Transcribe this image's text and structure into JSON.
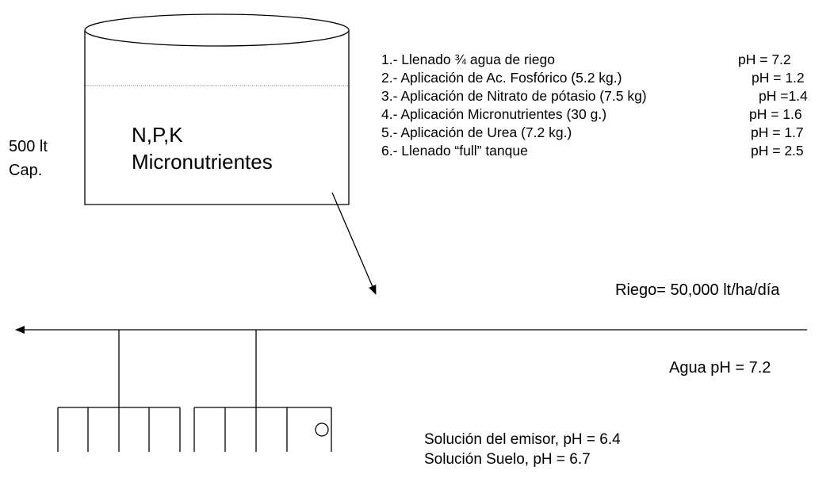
{
  "tank": {
    "capacity": [
      "500 lt",
      "Cap."
    ],
    "contents": [
      "N,P,K",
      "Micronutrientes"
    ]
  },
  "steps": [
    {
      "text": "1.- Llenado ¾ agua de riego",
      "ph": "pH = 7.2"
    },
    {
      "text": "2.- Aplicación de Ac. Fosfórico (5.2 kg.)",
      "ph": "pH = 1.2"
    },
    {
      "text": "3.- Aplicación de Nitrato de pótasio (7.5 kg)",
      "ph": "pH =1.4"
    },
    {
      "text": "4.- Aplicación Micronutrientes (30 g.)",
      "ph": "pH = 1.6"
    },
    {
      "text": "5.- Aplicación de Urea (7.2 kg.)",
      "ph": "pH = 1.7"
    },
    {
      "text": "6.- Llenado “full” tanque",
      "ph": "pH = 2.5"
    }
  ],
  "irrigation": {
    "rate": "Riego= 50,000 lt/ha/día",
    "water": "Agua pH = 7.2"
  },
  "solutions": [
    "Solución del emisor, pH = 6.4",
    "Solución Suelo, pH = 6.7"
  ]
}
